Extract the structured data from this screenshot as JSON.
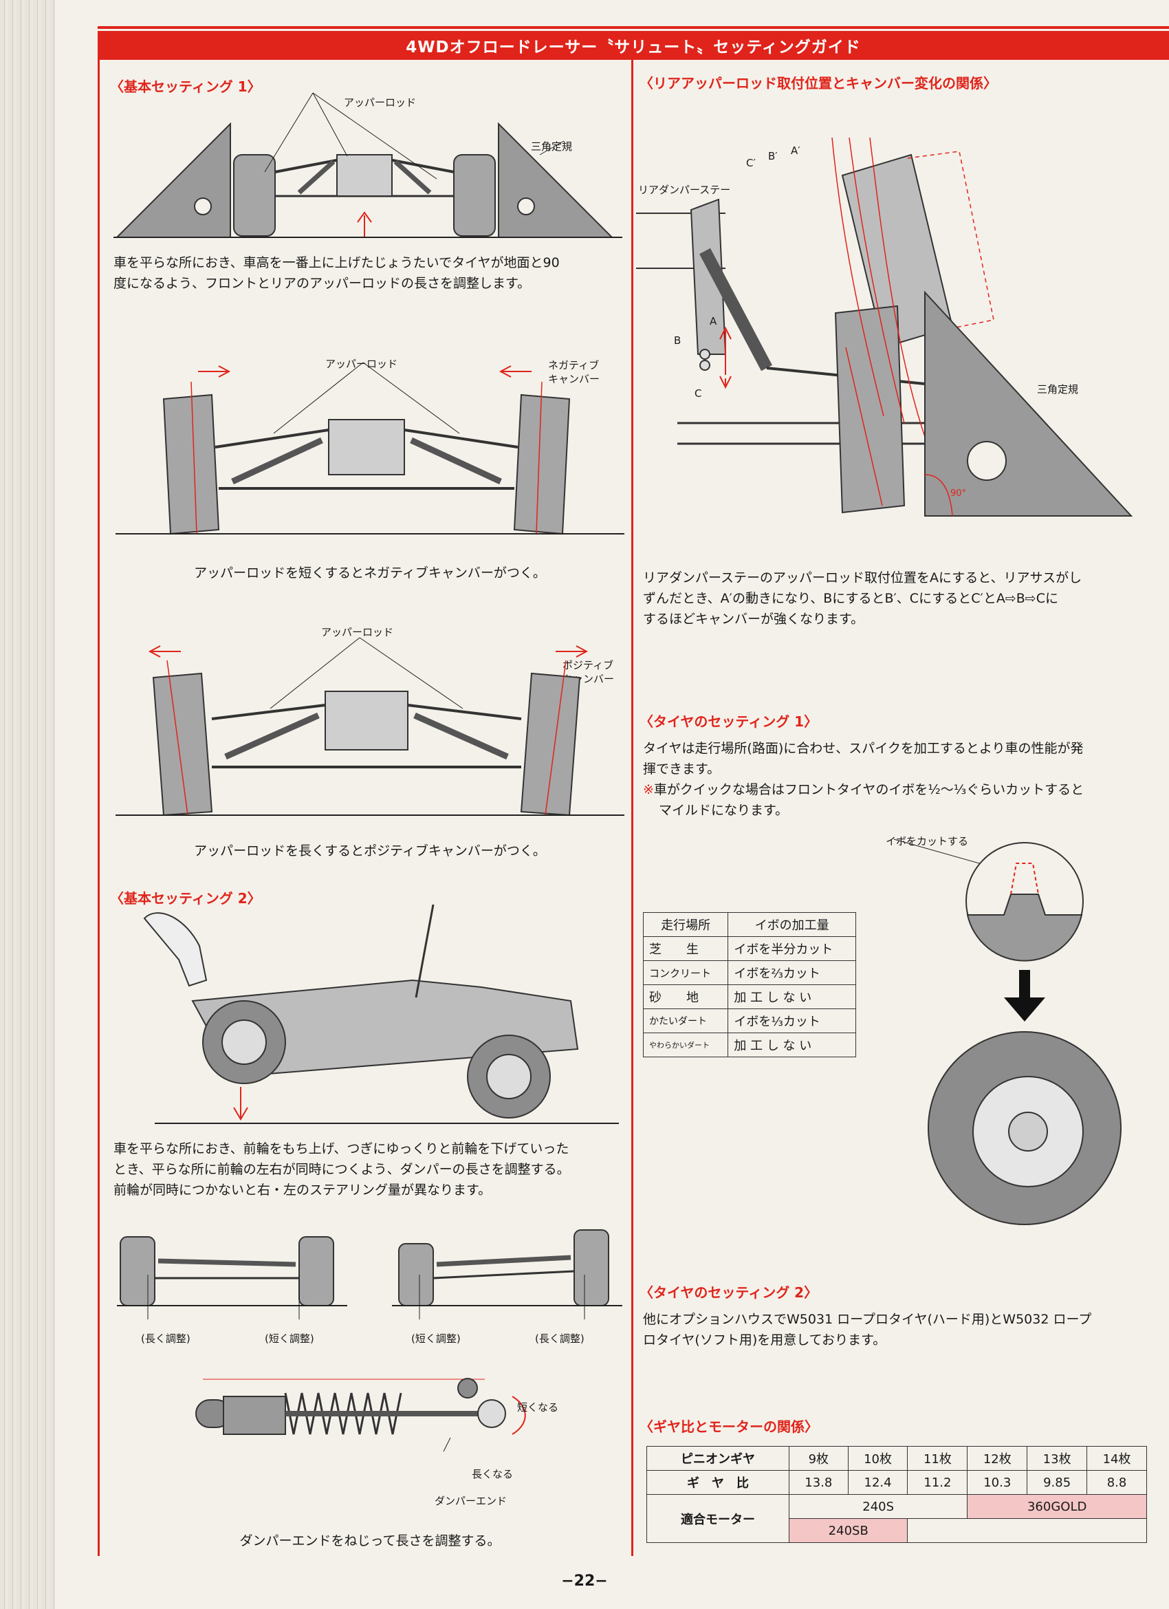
{
  "header": {
    "title": "4WDオフロードレーサー〝サリュート〟セッティングガイド"
  },
  "basic1": {
    "title": "〈基本セッティング 1〉",
    "upper_rod": "アッパーロッド",
    "triangle": "三角定規",
    "text1": "車を平らな所におき、車高を一番上に上げたじょうたいでタイヤが地面と90",
    "text2": "度になるよう、フロントとリアのアッパーロッドの長さを調整します。",
    "upper_rod_2": "アッパーロッド",
    "negative1": "ネガティブ",
    "negative2": "キャンバー",
    "caption_negative": "アッパーロッドを短くするとネガティブキャンバーがつく。",
    "upper_rod_3": "アッパーロッド",
    "positive1": "ポジティブ",
    "positive2": "キャンバー",
    "caption_positive": "アッパーロッドを長くするとポジティブキャンバーがつく。"
  },
  "basic2": {
    "title": "〈基本セッティング 2〉",
    "text1": "車を平らな所におき、前輪をもち上げ、つぎにゆっくりと前輪を下げていった",
    "text2": "とき、平らな所に前輪の左右が同時につくよう、ダンパーの長さを調整する。",
    "text3": "前輪が同時につかないと右・左のステアリング量が異なります。",
    "adj_long1": "(長く調整)",
    "adj_short1": "(短く調整)",
    "adj_short2": "(短く調整)",
    "adj_long2": "(長く調整)",
    "shorter": "短くなる",
    "longer": "長くなる",
    "damper_end": "ダンパーエンド",
    "caption": "ダンパーエンドをねじって長さを調整する。"
  },
  "rear": {
    "title": "〈リアアッパーロッド取付位置とキャンバー変化の関係〉",
    "stay": "リアダンパーステー",
    "triangle": "三角定規",
    "angle": "90°",
    "label_a": "A",
    "label_b": "B",
    "label_c": "C",
    "label_cp": "C′",
    "label_bp": "B′",
    "label_ap": "A′",
    "text1": "リアダンパーステーのアッパーロッド取付位置をAにすると、リアサスがし",
    "text2": "ずんだとき、A′の動きになり、BにするとB′、CにするとC′とA⇨B⇨Cに",
    "text3": "するほどキャンバーが強くなります。"
  },
  "tire1": {
    "title": "〈タイヤのセッティング 1〉",
    "text1": "タイヤは走行場所(路面)に合わせ、スパイクを加工するとより車の性能が発",
    "text2": "揮できます。",
    "note_mark": "※",
    "note1": "車がクイックな場合はフロントタイヤのイボを½〜⅓ぐらいカットすると",
    "note2": "マイルドになります。",
    "cut_label": "イボをカットする",
    "table_headers": [
      "走行場所",
      "イボの加工量"
    ],
    "table_rows": [
      [
        "芝　　生",
        "イボを半分カット"
      ],
      [
        "コンクリート",
        "イボを⅔カット"
      ],
      [
        "砂　　地",
        "加 工 し な い"
      ],
      [
        "かたいダート",
        "イボを⅓カット"
      ],
      [
        "やわらかいダート",
        "加 工 し な い"
      ]
    ]
  },
  "tire2": {
    "title": "〈タイヤのセッティング 2〉",
    "text1": "他にオプションハウスでW5031 ロープロタイヤ(ハード用)とW5032 ロープ",
    "text2": "ロタイヤ(ソフト用)を用意しております。"
  },
  "gear": {
    "title": "〈ギヤ比とモーターの関係〉",
    "row1_label": "ピニオンギヤ",
    "pinions": [
      "9枚",
      "10枚",
      "11枚",
      "12枚",
      "13枚",
      "14枚"
    ],
    "row2_label": "ギ　ヤ　比",
    "ratios": [
      "13.8",
      "12.4",
      "11.2",
      "10.3",
      "9.85",
      "8.8"
    ],
    "row3_label": "適合モーター",
    "motor_a": "240S",
    "motor_b": "360GOLD",
    "motor_c": "240SB",
    "highlight_color": "#f4c6c6"
  },
  "page": {
    "number": "−22−"
  },
  "colors": {
    "accent": "#e0241b"
  }
}
